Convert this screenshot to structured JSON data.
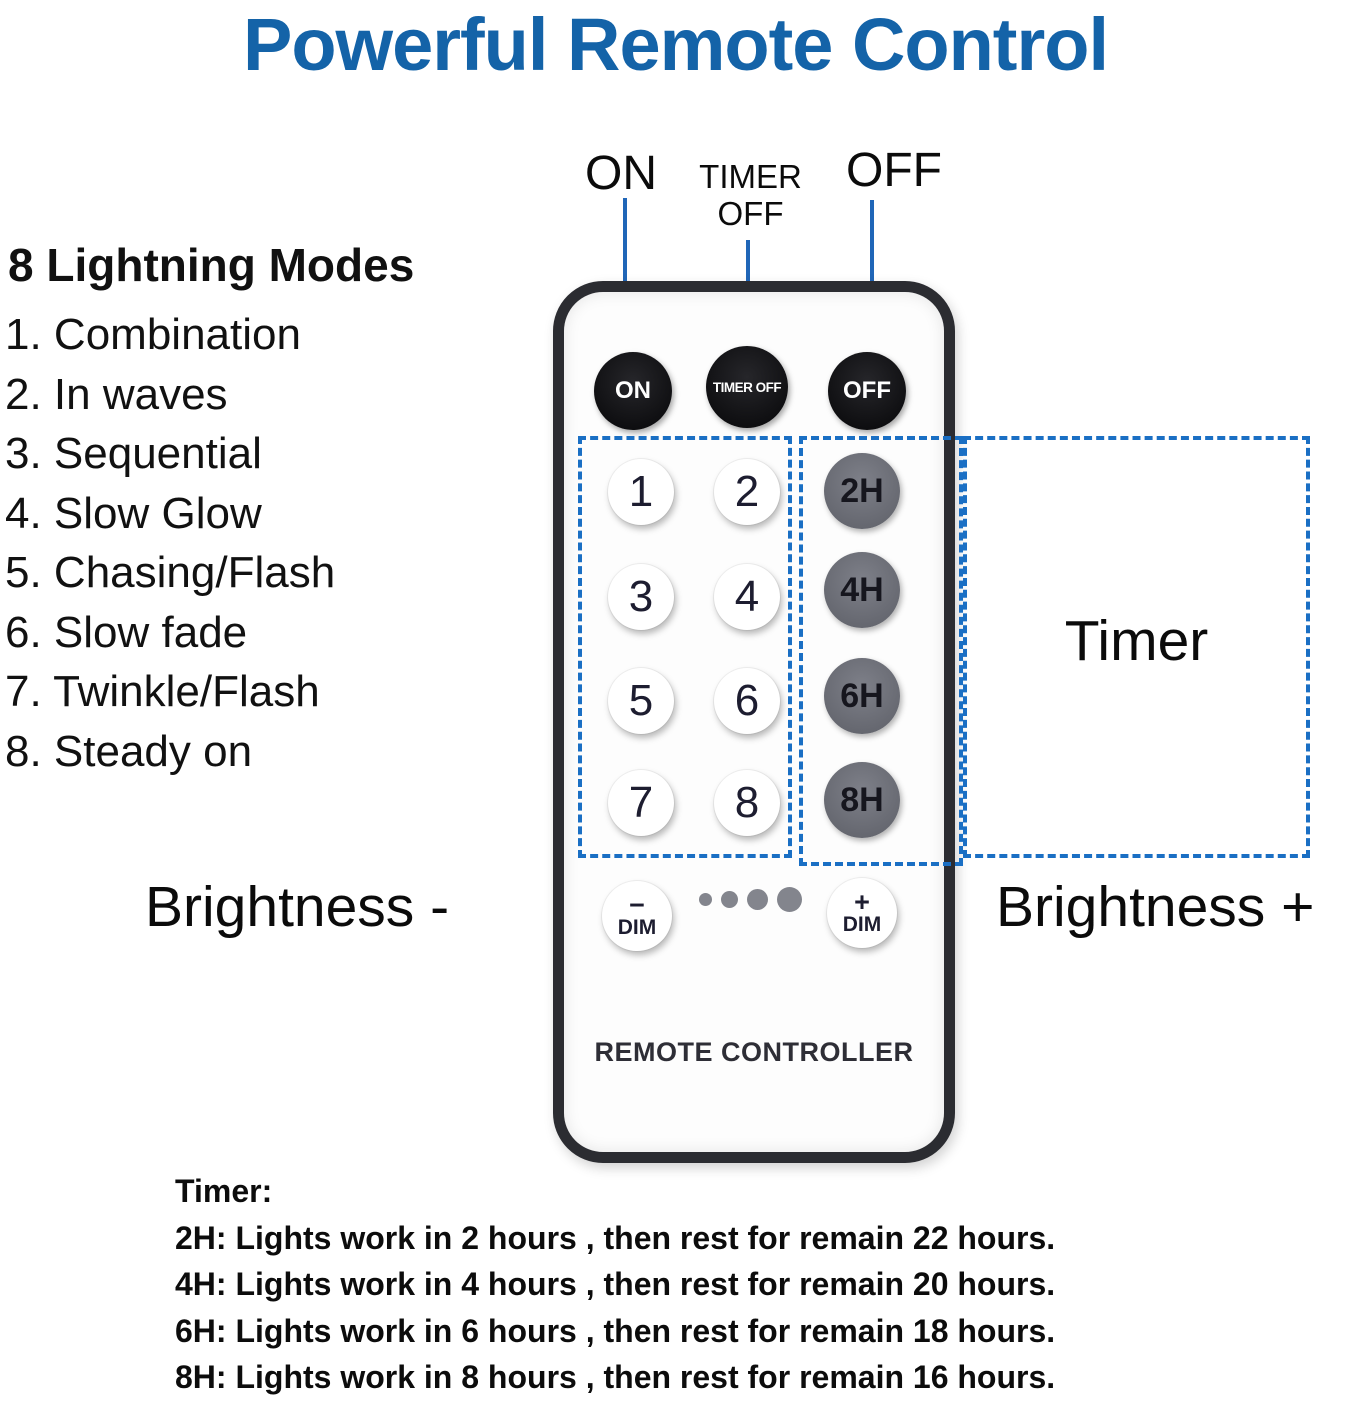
{
  "title": "Powerful Remote Control",
  "colors": {
    "title_blue": "#1463a8",
    "dashed_blue": "#1a6fc4",
    "callout_line_blue": "#2066b8",
    "timer_button_gray": "#6d6f77",
    "power_button_black": "#0d0d0f"
  },
  "callouts": {
    "on": "ON",
    "timer_off": "TIMER\nOFF",
    "off": "OFF"
  },
  "modes": {
    "heading": "8 Lightning Modes",
    "items": [
      "1. Combination",
      "2. In waves",
      "3. Sequential",
      "4. Slow Glow",
      "5. Chasing/Flash",
      "6. Slow fade",
      "7. Twinkle/Flash",
      "8. Steady on"
    ]
  },
  "labels": {
    "timer": "Timer",
    "brightness_minus": "Brightness -",
    "brightness_plus": "Brightness +"
  },
  "remote": {
    "power_buttons": [
      "ON",
      "TIMER OFF",
      "OFF"
    ],
    "mode_buttons": [
      "1",
      "2",
      "3",
      "4",
      "5",
      "6",
      "7",
      "8"
    ],
    "timer_buttons": [
      "2H",
      "4H",
      "6H",
      "8H"
    ],
    "dim_minus": {
      "sign": "−",
      "label": "DIM"
    },
    "dim_plus": {
      "sign": "+",
      "label": "DIM"
    },
    "brand": "REMOTE CONTROLLER"
  },
  "footer": {
    "heading": "Timer:",
    "lines": [
      "2H: Lights work in 2 hours , then rest for remain 22 hours.",
      "4H: Lights work in 4 hours , then rest for remain 20 hours.",
      "6H: Lights work in 6 hours , then rest for remain 18 hours.",
      "8H: Lights work in 8 hours , then rest for remain 16 hours."
    ]
  }
}
